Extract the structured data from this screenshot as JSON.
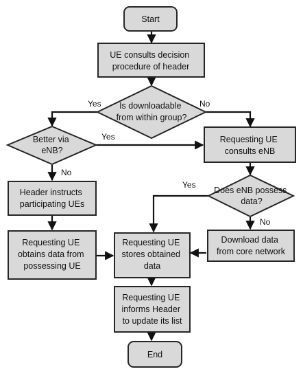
{
  "nodes": {
    "start": {
      "lines": [
        "Start"
      ]
    },
    "consult": {
      "lines": [
        "UE consults decision",
        "procedure of header"
      ]
    },
    "downloadable": {
      "lines": [
        "Is downloadable",
        "from within group?"
      ]
    },
    "better_enb": {
      "lines": [
        "Better via",
        "eNB?"
      ]
    },
    "requesting_consults": {
      "lines": [
        "Requesting UE",
        "consults eNB"
      ]
    },
    "possess_data": {
      "lines": [
        "Does eNB possess",
        "data?"
      ]
    },
    "header_instructs": {
      "lines": [
        "Header instructs",
        "participating UEs"
      ]
    },
    "obtains_data": {
      "lines": [
        "Requesting UE",
        "obtains data from",
        "possessing UE"
      ]
    },
    "stores_data": {
      "lines": [
        "Requesting UE",
        "stores obtained",
        "data"
      ]
    },
    "download_core": {
      "lines": [
        "Download data",
        "from core network"
      ]
    },
    "informs_header": {
      "lines": [
        "Requesting UE",
        "informs Header",
        "to update its list"
      ]
    },
    "end": {
      "lines": [
        "End"
      ]
    }
  },
  "edge_labels": {
    "downloadable_yes": "Yes",
    "downloadable_no": "No",
    "better_yes": "Yes",
    "better_no": "No",
    "possess_yes": "Yes",
    "possess_no": "No"
  },
  "colors": {
    "node_fill": "#d9d9d9",
    "node_stroke": "#262626",
    "edge": "#111111",
    "text": "#111111"
  }
}
